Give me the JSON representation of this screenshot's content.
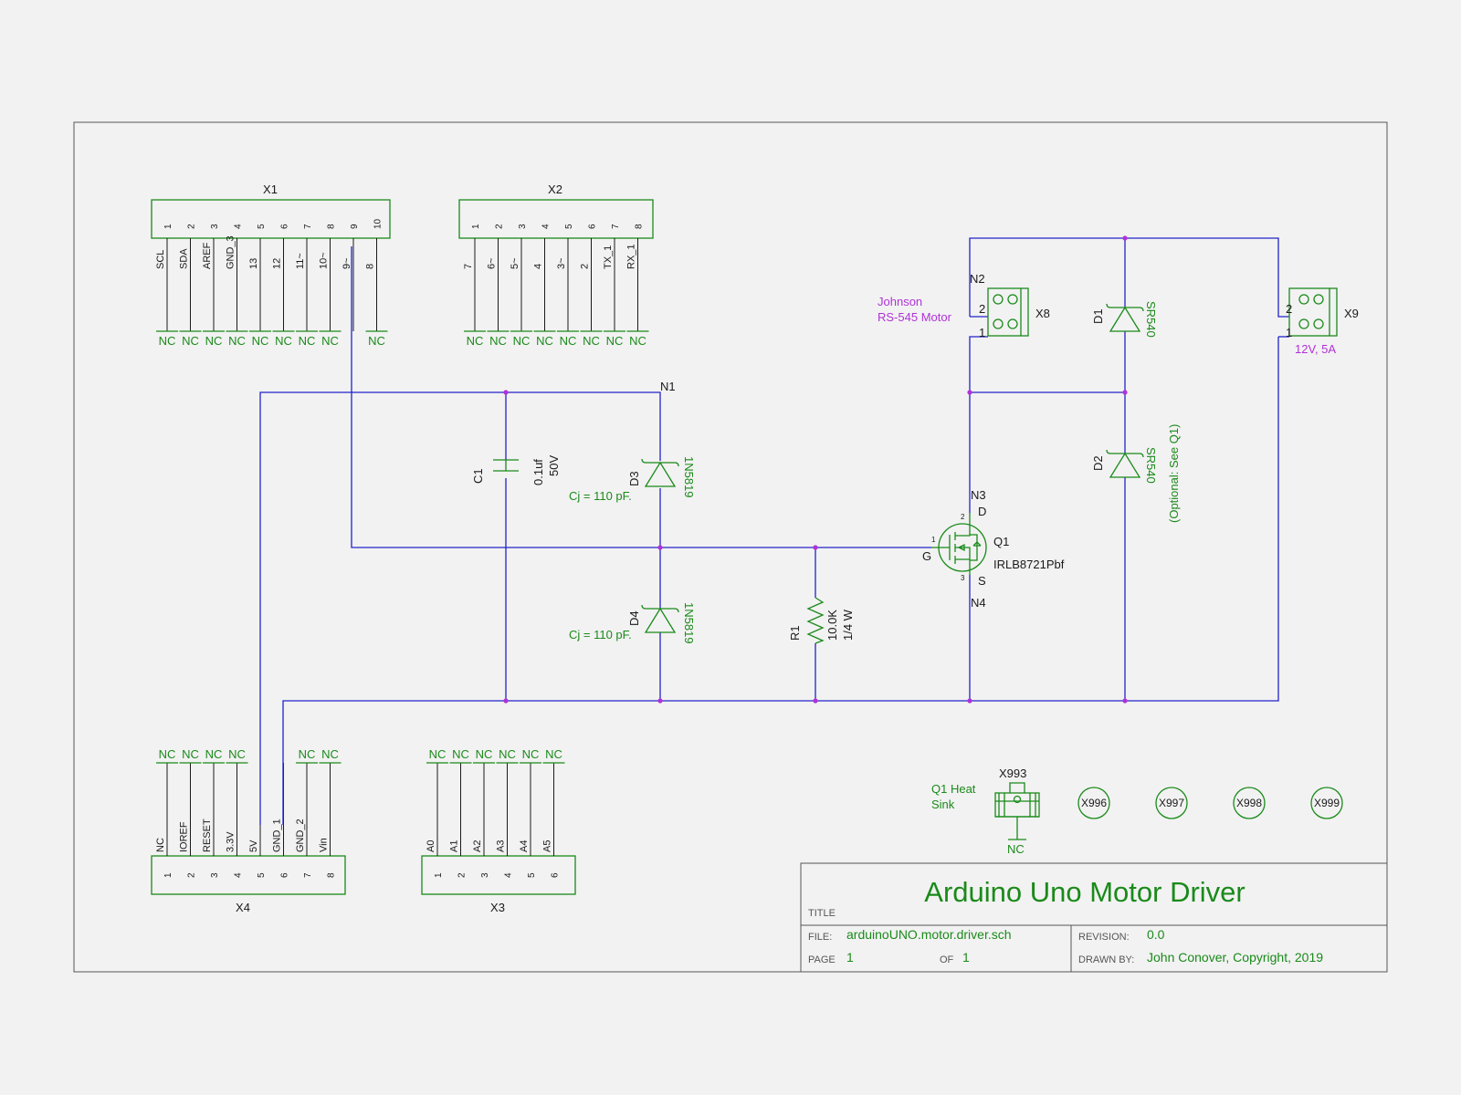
{
  "title_block": {
    "title": "Arduino Uno Motor Driver",
    "title_label": "TITLE",
    "file_label": "FILE:",
    "file": "arduinoUNO.motor.driver.sch",
    "page_label": "PAGE",
    "page": "1",
    "of_label": "OF",
    "of": "1",
    "revision_label": "REVISION:",
    "revision": "0.0",
    "drawn_by_label": "DRAWN BY:",
    "drawn_by": "John Conover, Copyright, 2019"
  },
  "headers": {
    "x1": {
      "ref": "X1",
      "pins": [
        "1",
        "2",
        "3",
        "4",
        "5",
        "6",
        "7",
        "8",
        "9",
        "10"
      ],
      "signals": [
        "SCL",
        "SDA",
        "AREF",
        "GND_3",
        "13",
        "12",
        "11~",
        "10~",
        "9~",
        "8"
      ],
      "nc": [
        "NC",
        "NC",
        "NC",
        "NC",
        "NC",
        "NC",
        "NC",
        "NC",
        "",
        "NC"
      ]
    },
    "x2": {
      "ref": "X2",
      "pins": [
        "1",
        "2",
        "3",
        "4",
        "5",
        "6",
        "7",
        "8"
      ],
      "signals": [
        "7",
        "6~",
        "5~",
        "4",
        "3~",
        "2",
        "TX_1",
        "RX_1"
      ],
      "nc": [
        "NC",
        "NC",
        "NC",
        "NC",
        "NC",
        "NC",
        "NC",
        "NC"
      ]
    },
    "x4": {
      "ref": "X4",
      "pins": [
        "1",
        "2",
        "3",
        "4",
        "5",
        "6",
        "7",
        "8"
      ],
      "signals": [
        "NC",
        "IOREF",
        "RESET",
        "3.3V",
        "5V",
        "GND_1",
        "GND_2",
        "Vin"
      ],
      "nc": [
        "NC",
        "NC",
        "NC",
        "NC",
        "",
        "",
        "NC",
        "NC"
      ]
    },
    "x3": {
      "ref": "X3",
      "pins": [
        "1",
        "2",
        "3",
        "4",
        "5",
        "6"
      ],
      "signals": [
        "A0",
        "A1",
        "A2",
        "A3",
        "A4",
        "A5"
      ],
      "nc": [
        "NC",
        "NC",
        "NC",
        "NC",
        "NC",
        "NC"
      ]
    }
  },
  "components": {
    "c1": {
      "ref": "C1",
      "value": "0.1uf",
      "rating": "50V"
    },
    "d3": {
      "ref": "D3",
      "part": "1N5819",
      "note": "Cj = 110 pF."
    },
    "d4": {
      "ref": "D4",
      "part": "1N5819",
      "note": "Cj = 110 pF."
    },
    "r1": {
      "ref": "R1",
      "value": "10.0K",
      "rating": "1/4 W"
    },
    "q1": {
      "ref": "Q1",
      "part": "IRLB8721Pbf",
      "pin_g": "G",
      "pin_d": "D",
      "pin_s": "S",
      "pin1": "1",
      "pin2": "2",
      "pin3": "3"
    },
    "d1": {
      "ref": "D1",
      "part": "SR540"
    },
    "d2": {
      "ref": "D2",
      "part": "SR540",
      "note": "(Optional: See Q1)"
    },
    "x8": {
      "ref": "X8",
      "label_line1": "Johnson",
      "label_line2": "RS-545 Motor",
      "pin1": "1",
      "pin2": "2"
    },
    "x9": {
      "ref": "X9",
      "label": "12V, 5A",
      "pin1": "1",
      "pin2": "2"
    },
    "x993": {
      "ref": "X993",
      "label_line1": "Q1 Heat",
      "label_line2": "Sink",
      "nc": "NC"
    },
    "mounts": [
      "X996",
      "X997",
      "X998",
      "X999"
    ]
  },
  "nets": {
    "n1": "N1",
    "n2": "N2",
    "n3": "N3",
    "n4": "N4"
  }
}
